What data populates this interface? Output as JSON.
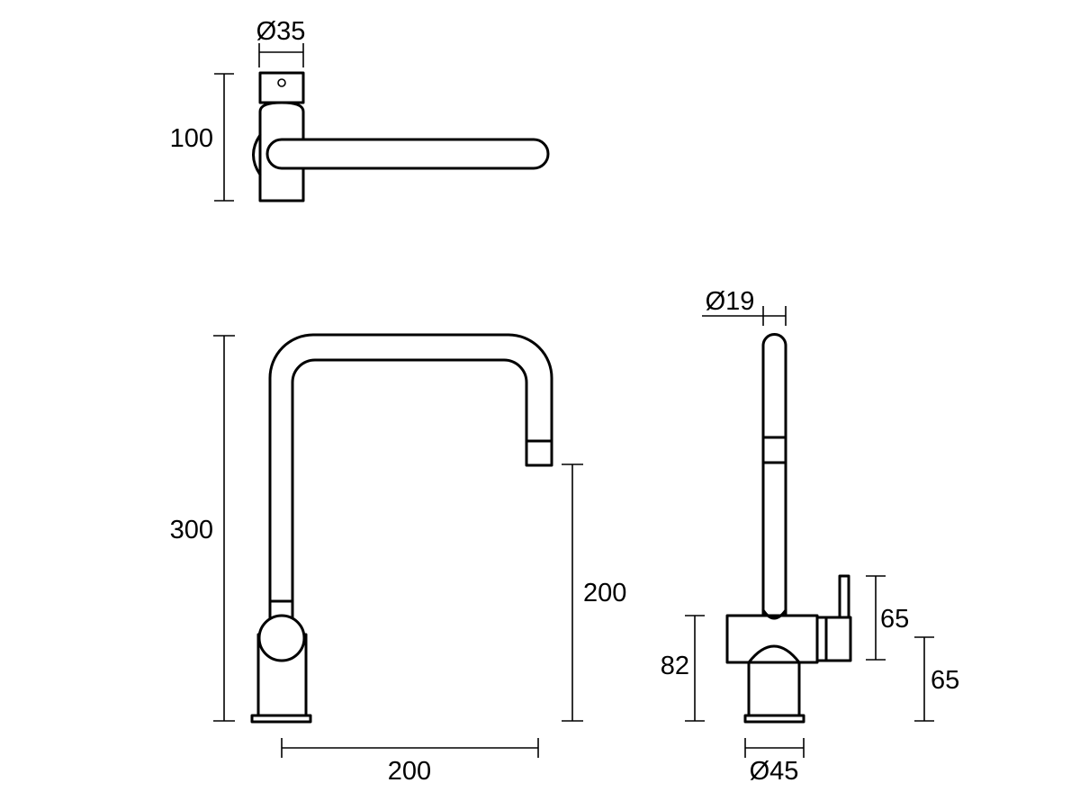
{
  "colors": {
    "stroke": "#000000",
    "background": "#ffffff"
  },
  "top_view": {
    "diameter_label": "Ø35",
    "height_label": "100"
  },
  "front_view": {
    "height_label": "300",
    "spout_height_label": "200",
    "reach_label": "200"
  },
  "side_view": {
    "spout_diameter_label": "Ø19",
    "handle_height_label": "65",
    "lever_height_label": "65",
    "body_height_label": "82",
    "base_diameter_label": "Ø45"
  }
}
